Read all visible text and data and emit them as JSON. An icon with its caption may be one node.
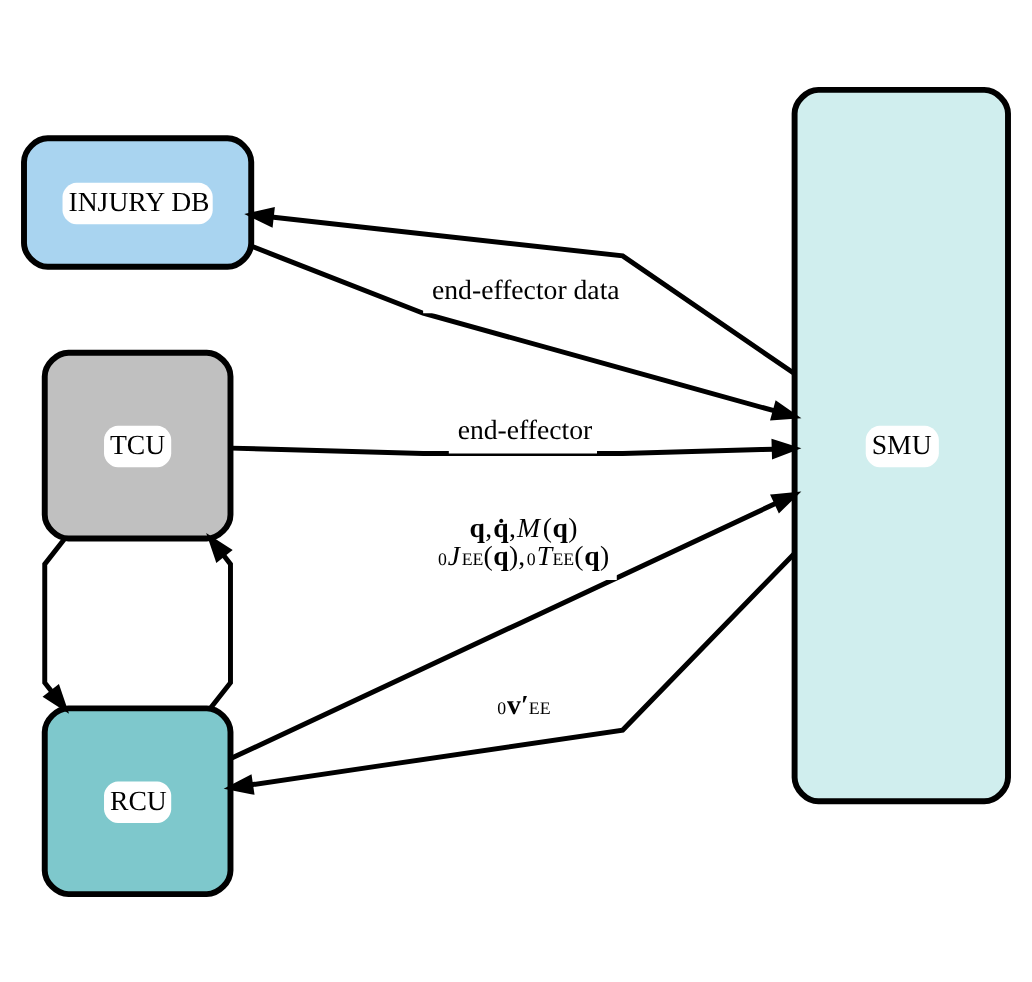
{
  "diagram": {
    "nodes": [
      {
        "text": [
          "INJURY DB"
        ]
      },
      {
        "text": [
          "SMU"
        ]
      },
      {
        "text": [
          "TCU"
        ]
      },
      {
        "text": [
          "RCU"
        ]
      }
    ],
    "edges": [
      {
        "from": 0,
        "to": 1,
        "arrow": "to",
        "label": "end-effector data"
      },
      {
        "from": 1,
        "to": 0,
        "arrow": "to"
      },
      {
        "from": 2,
        "to": 1,
        "arrow": "to",
        "label": "end-effector"
      },
      {
        "from": 3,
        "to": 2,
        "arrow": "to"
      },
      {
        "from": 2,
        "to": 3,
        "arrow": "to"
      },
      {
        "from": 3,
        "to": 1,
        "arrow": "to",
        "label": "**q**,**q̇**,*M*(**q**) $^{0}$*J*$_{EE}$(**q**),$^{0}$*T*$_{EE}$(**q**)"
      },
      {
        "from": 1,
        "to": 3,
        "arrow": "to",
        "label": "$^{0}$**v′**$_{EE}$"
      }
    ]
  }
}
